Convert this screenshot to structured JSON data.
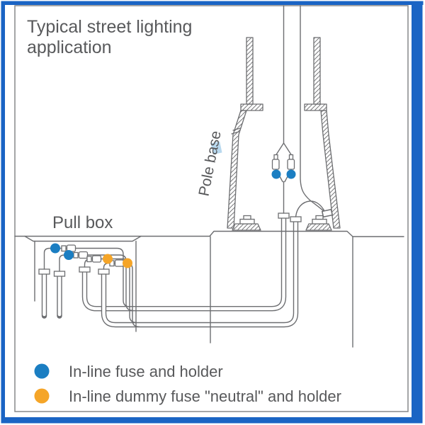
{
  "title": {
    "line1": "Typical street lighting",
    "line2": "application"
  },
  "diagram": {
    "pole_base_label": "Pole base",
    "pull_box_label": "Pull box"
  },
  "legend": {
    "items": [
      {
        "name": "in-line-fuse-and-holder",
        "label": "In-line fuse and holder",
        "color": "#1b7ec2"
      },
      {
        "name": "in-line-dummy-fuse-neutral-and-holder",
        "label": "In-line dummy fuse \"neutral\" and holder",
        "color": "#f5a528"
      }
    ]
  },
  "colors": {
    "frame_blue": "#1a64c4",
    "line_gray": "#6d6e71",
    "text_gray": "#58595b",
    "fuse_blue": "#1b7ec2",
    "neutral_orange": "#f5a528",
    "highlight_blue": "#b8d8ee"
  }
}
